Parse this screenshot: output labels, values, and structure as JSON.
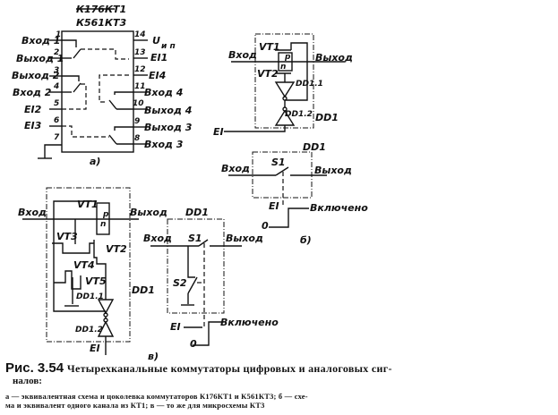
{
  "figure_a": {
    "chip_name_1": "К176КТ1",
    "chip_name_2": "К561КТ3",
    "left_pins": [
      {
        "num": "1",
        "label": "Вход 1"
      },
      {
        "num": "2",
        "label": "Выход 1"
      },
      {
        "num": "3",
        "label": "Выход 2"
      },
      {
        "num": "4",
        "label": "Вход 2"
      },
      {
        "num": "5",
        "label": "EI2"
      },
      {
        "num": "6",
        "label": "EI3"
      },
      {
        "num": "7",
        "label": ""
      }
    ],
    "right_pins": [
      {
        "num": "14",
        "label": "U"
      },
      {
        "num": "13",
        "label": "EI1"
      },
      {
        "num": "12",
        "label": "EI4"
      },
      {
        "num": "11",
        "label": "Вход 4"
      },
      {
        "num": "10",
        "label": "Выход 4"
      },
      {
        "num": "9",
        "label": "Выход 3"
      },
      {
        "num": "8",
        "label": "Вход 3"
      }
    ],
    "supply_subscript": "и п",
    "sublabel": "а)"
  },
  "figure_b_top": {
    "input": "Вход",
    "output": "Выход",
    "vt1": "VT1",
    "vt2": "VT2",
    "p": "p",
    "n": "n",
    "dd11": "DD1.1",
    "dd12": "DD1.2",
    "dd1": "DD1",
    "ei": "EI"
  },
  "figure_b": {
    "dd1": "DD1",
    "s1": "S1",
    "input": "Вход",
    "output": "Выход",
    "ei": "EI",
    "on": "Включено",
    "zero": "0",
    "sublabel": "б)"
  },
  "figure_v_left": {
    "input": "Вход",
    "output": "Выход",
    "vt1": "VT1",
    "vt2": "VT2",
    "vt3": "VT3",
    "vt4": "VT4",
    "vt5": "VT5",
    "p": "p",
    "n": "n",
    "dd11": "DD1.1",
    "dd12": "DD1.2",
    "dd1": "DD1",
    "ei": "EI"
  },
  "figure_v": {
    "dd1": "DD1",
    "s1": "S1",
    "s2": "S2",
    "input": "Вход",
    "output": "Выход",
    "ei": "EI",
    "on": "Включено",
    "zero": "0",
    "sublabel": "в)"
  },
  "caption": {
    "fig_num": "Рис. 3.54",
    "title": "Четырехканальные коммутаторы цифровых и аналоговых сиг-",
    "title_cont": "налов:",
    "desc_line1": "а — эквивалентная схема и цоколевка коммутаторов К176КТ1 и К561КТ3; б — схе-",
    "desc_line2": "ма и эквивалент одного канала из КТ1; в — то же для микросхемы КТ3"
  }
}
